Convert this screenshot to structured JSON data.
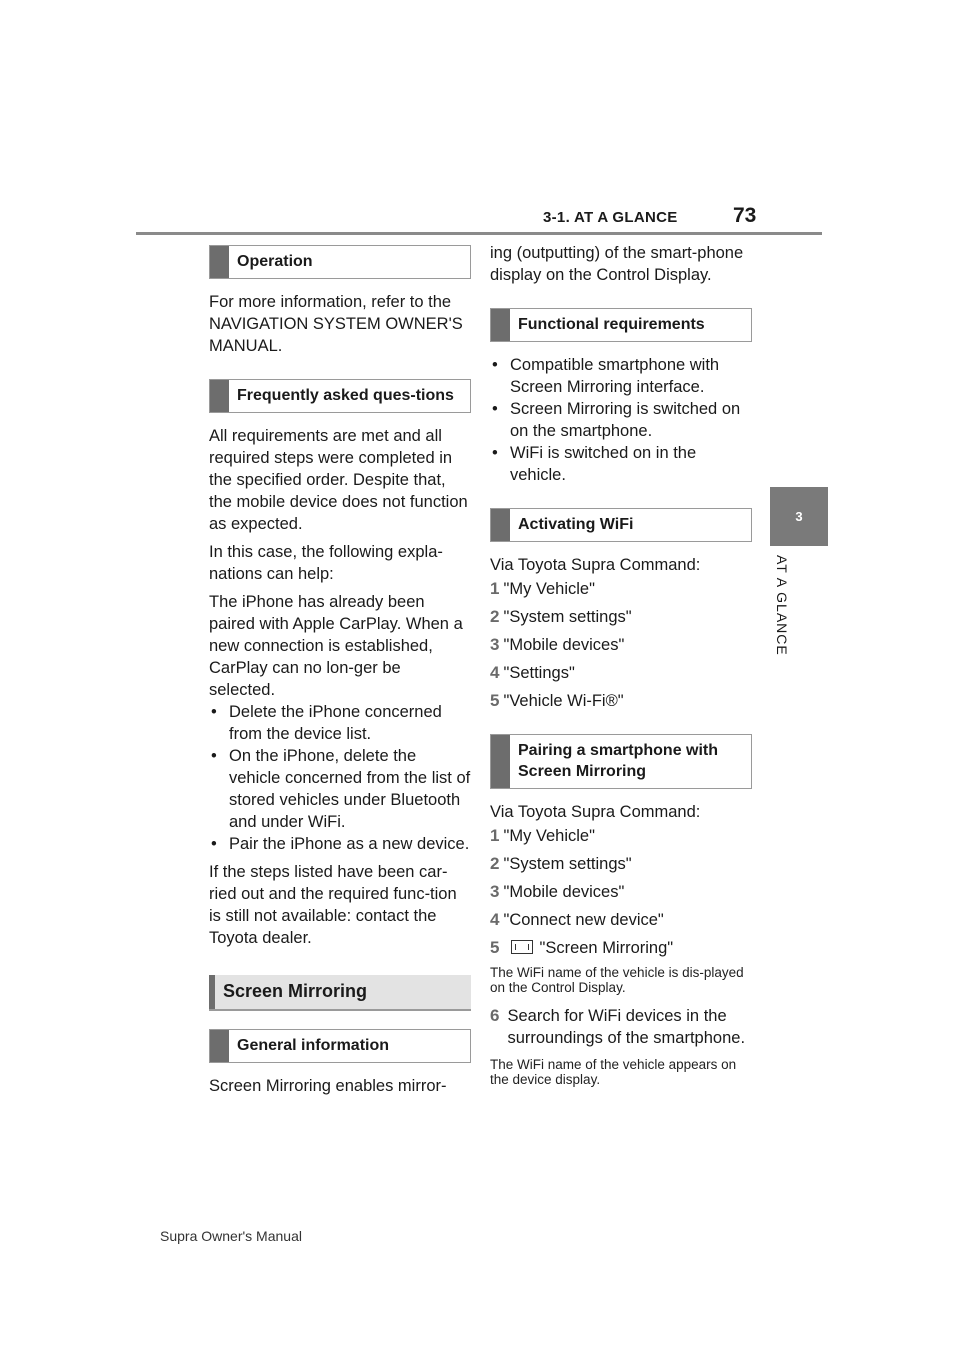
{
  "header": {
    "section": "3-1. AT A GLANCE",
    "page_number": "73"
  },
  "side_tab": {
    "number": "3",
    "label": "AT A GLANCE"
  },
  "left": {
    "operation_heading": "Operation",
    "operation_text": "For more information, refer to the NAVIGATION SYSTEM OWNER'S MANUAL.",
    "faq_heading": "Frequently asked ques-tions",
    "faq_p1": "All requirements are met and all required steps were completed in the specified order. Despite that, the mobile device does not function as expected.",
    "faq_p2": "In this case, the following expla-nations can help:",
    "faq_p3": "The iPhone has already been paired with Apple CarPlay. When a new connection is established, CarPlay can no lon-ger be selected.",
    "faq_bullets": [
      "Delete the iPhone concerned from the device list.",
      "On the iPhone, delete the vehicle concerned from the list of stored vehicles under Bluetooth and under WiFi.",
      "Pair the iPhone as a new device."
    ],
    "faq_p4": "If the steps listed have been car-ried out and the required func-tion is still not available: contact the Toyota dealer.",
    "screen_mirroring_heading": "Screen Mirroring",
    "general_heading": "General information",
    "general_text_start": "Screen Mirroring enables mirror-"
  },
  "right": {
    "general_text_cont": "ing (outputting) of the smart-phone display on the Control Display.",
    "func_req_heading": "Functional requirements",
    "func_req_bullets": [
      "Compatible smartphone with Screen Mirroring interface.",
      "Screen Mirroring is switched on on the smartphone.",
      "WiFi is switched on in the vehicle."
    ],
    "wifi_heading": "Activating WiFi",
    "wifi_intro": "Via Toyota Supra Command:",
    "wifi_steps": [
      {
        "n": "1",
        "text": "\"My Vehicle\""
      },
      {
        "n": "2",
        "text": "\"System settings\""
      },
      {
        "n": "3",
        "text": "\"Mobile devices\""
      },
      {
        "n": "4",
        "text": "\"Settings\""
      },
      {
        "n": "5",
        "text": "\"Vehicle Wi-Fi®\""
      }
    ],
    "pair_heading": "Pairing a smartphone with Screen Mirroring",
    "pair_intro": "Via Toyota Supra Command:",
    "pair_steps": [
      {
        "n": "1",
        "text": "\"My Vehicle\""
      },
      {
        "n": "2",
        "text": "\"System settings\""
      },
      {
        "n": "3",
        "text": "\"Mobile devices\""
      },
      {
        "n": "4",
        "text": "\"Connect new device\""
      },
      {
        "n": "5",
        "text": "\"Screen Mirroring\""
      }
    ],
    "note1": "The WiFi name of the vehicle is dis-played on the Control Display.",
    "step6_n": "6",
    "step6_text": "Search for WiFi devices in the surroundings of the smartphone.",
    "note2": "The WiFi name of the vehicle appears on the device display."
  },
  "footer": {
    "text": "Supra Owner's Manual"
  }
}
